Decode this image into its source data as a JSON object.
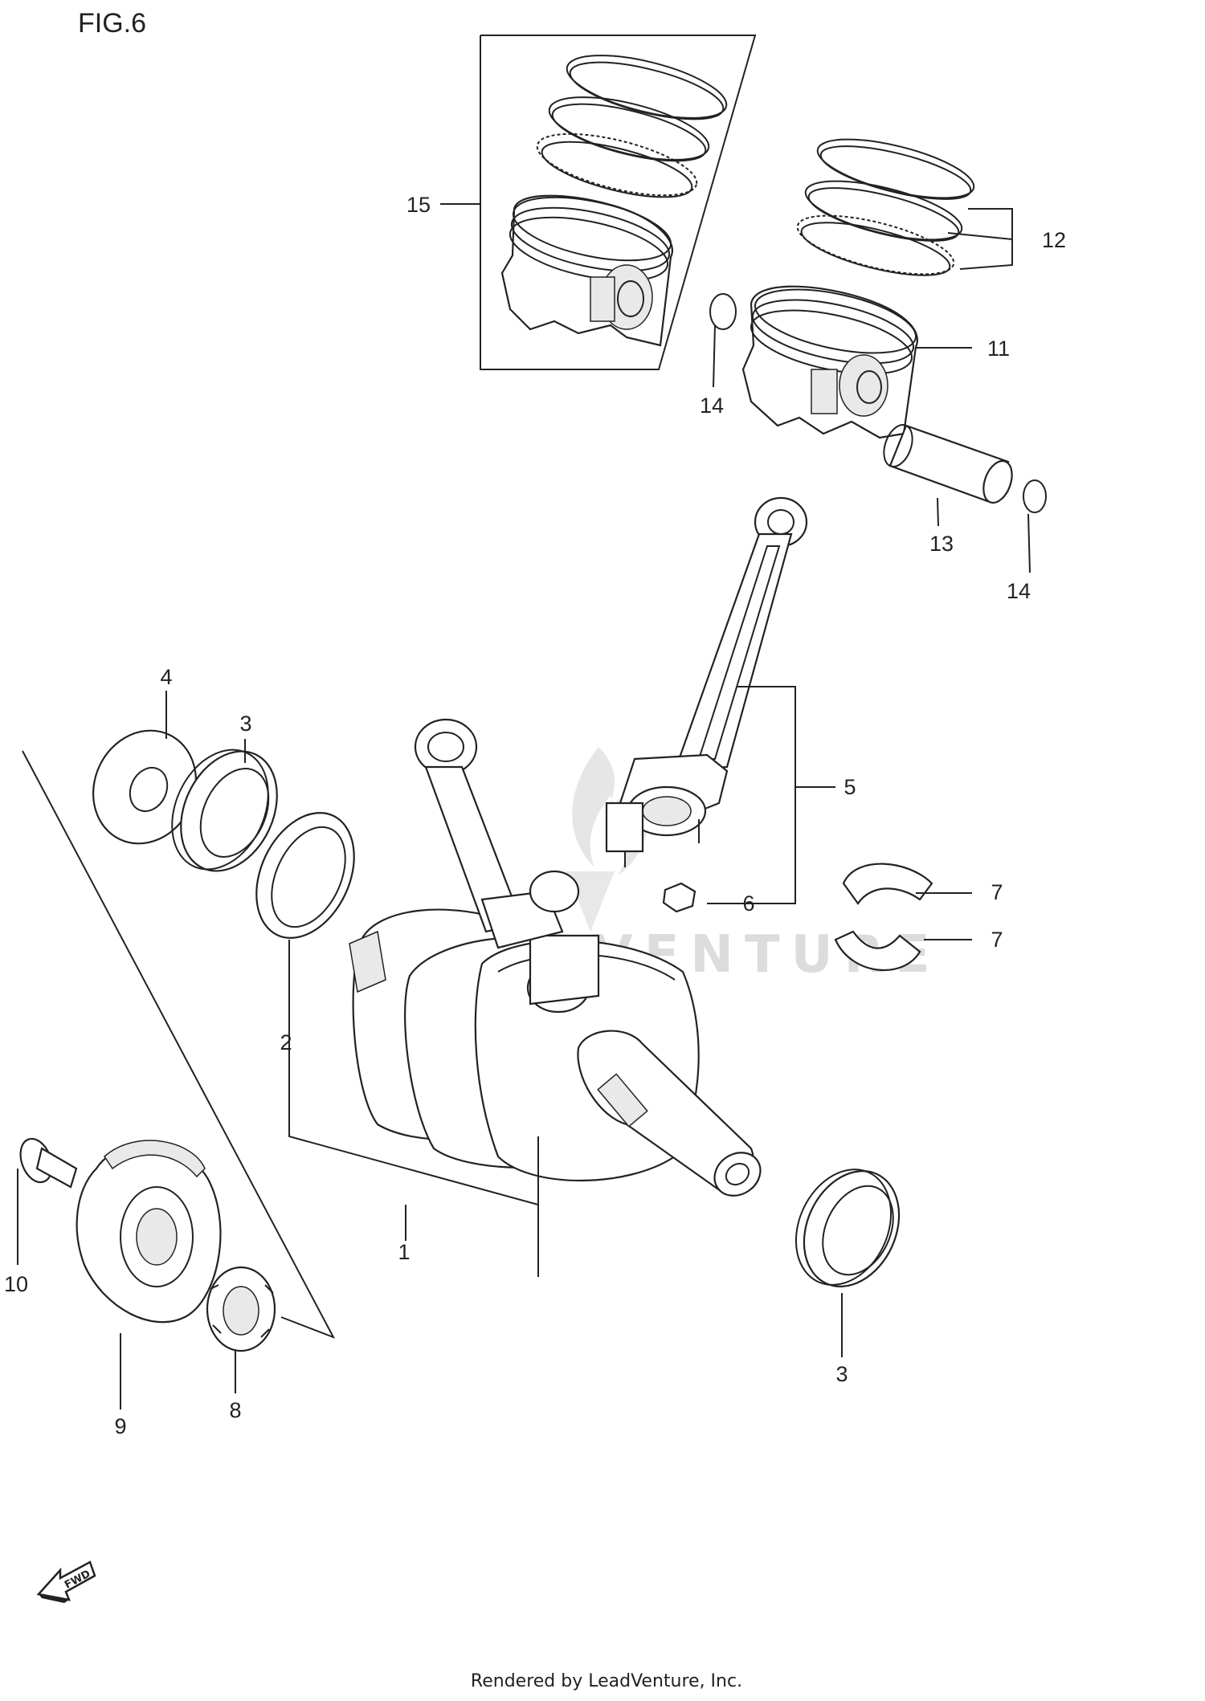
{
  "figure": {
    "title": "FIG.6"
  },
  "callouts": [
    {
      "id": "c1",
      "text": "1"
    },
    {
      "id": "c2",
      "text": "2"
    },
    {
      "id": "c3a",
      "text": "3"
    },
    {
      "id": "c3b",
      "text": "3"
    },
    {
      "id": "c4",
      "text": "4"
    },
    {
      "id": "c5",
      "text": "5"
    },
    {
      "id": "c6",
      "text": "6"
    },
    {
      "id": "c7a",
      "text": "7"
    },
    {
      "id": "c7b",
      "text": "7"
    },
    {
      "id": "c8",
      "text": "8"
    },
    {
      "id": "c9",
      "text": "9"
    },
    {
      "id": "c10",
      "text": "10"
    },
    {
      "id": "c11",
      "text": "11"
    },
    {
      "id": "c12",
      "text": "12"
    },
    {
      "id": "c13",
      "text": "13"
    },
    {
      "id": "c14a",
      "text": "14"
    },
    {
      "id": "c14b",
      "text": "14"
    },
    {
      "id": "c15",
      "text": "15"
    }
  ],
  "watermark": {
    "text": "LEADVENTURE"
  },
  "fwd_arrow": {
    "label": "FWD"
  },
  "footer": {
    "credit": "Rendered by LeadVenture, Inc."
  }
}
